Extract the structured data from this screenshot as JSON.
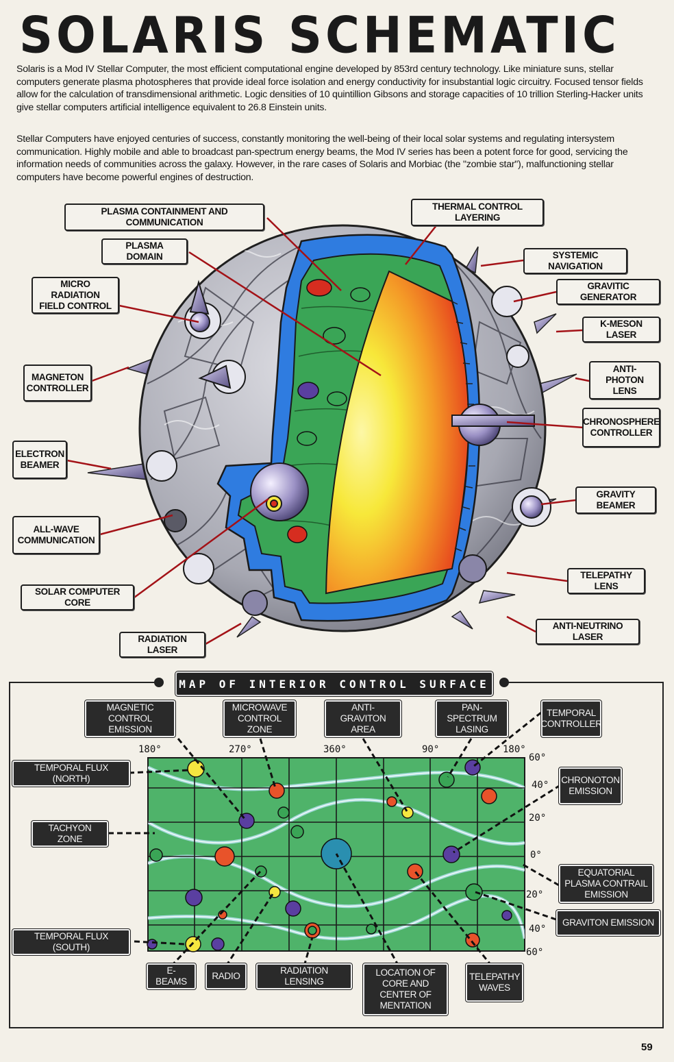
{
  "title": "SOLARIS SCHEMATIC",
  "paragraphs": [
    "Solaris is a Mod IV Stellar Computer, the most efficient computational engine developed by 853rd century technology.  Like miniature suns, stellar computers generate plasma photospheres that provide ideal force isolation and energy conductivity for insubstantial logic circuitry.  Focused tensor fields allow for the calculation of transdimensional arithmetic.  Logic densities of 10 quintillion Gibsons and storage capacities of 10 trillion Sterling-Hacker units give stellar computers artificial intelligence equivalent to 26.8 Einstein units.",
    "Stellar Computers have enjoyed centuries of success, constantly monitoring the well-being of their local solar systems and regulating intersystem communication.  Highly mobile and able to broadcast pan-spectrum energy beams, the Mod IV series has been a potent force for good, servicing the information needs of communities across the galaxy.  However, in the rare cases of Solaris and Morbiac (the \"zombie star\"), malfunctioning stellar computers have become powerful engines of destruction."
  ],
  "sphere_labels": {
    "plasma_containment": "Plasma Containment and Communication",
    "plasma_domain": "Plasma Domain",
    "micro_radiation": "Micro Radiation Field Control",
    "magneton": "Magneton Controller",
    "electron_beamer": "Electron Beamer",
    "all_wave": "All-Wave Communication",
    "solar_core": "Solar Computer Core",
    "radiation_laser": "Radiation Laser",
    "thermal": "Thermal Control Layering",
    "systemic_nav": "Systemic Navigation",
    "gravitic_gen": "Gravitic Generator",
    "k_meson": "K-Meson Laser",
    "anti_photon": "Anti-Photon Lens",
    "chronosphere": "Chronosphere Controller",
    "gravity_beamer": "Gravity Beamer",
    "telepathy_lens": "Telepathy Lens",
    "anti_neutrino": "Anti-Neutrino Laser"
  },
  "map": {
    "title": "MAP OF INTERIOR CONTROL SURFACE",
    "top_labels": {
      "magnetic": "Magnetic Control Emission",
      "microwave": "Microwave Control Zone",
      "anti_graviton": "Anti-Graviton Area",
      "pan_spectrum": "Pan-Spectrum Lasing",
      "temporal_ctrl": "Temporal Controller"
    },
    "left_labels": {
      "flux_north": "Temporal Flux (North)",
      "tachyon": "Tachyon Zone",
      "flux_south": "Temporal Flux (South)"
    },
    "right_labels": {
      "chronoton": "Chronoton Emission",
      "equatorial": "Equatorial Plasma Contrail Emission",
      "graviton": "Graviton Emission"
    },
    "bottom_labels": {
      "ebeams": "E-Beams",
      "radio": "Radio",
      "rad_lensing": "Radiation Lensing",
      "core_center": "Location of Core and Center of Mentation",
      "telepathy": "Telepathy Waves"
    },
    "longitudes": [
      "180°",
      "270°",
      "360°",
      "90°",
      "180°"
    ],
    "latitudes": [
      "60°",
      "40°",
      "20°",
      "0°",
      "20°",
      "40°",
      "60°"
    ]
  },
  "page_number": "59",
  "colors": {
    "paper": "#f3f0e8",
    "shell_blue": "#2f7ce0",
    "plasma_green": "#3aa556",
    "core_red": "#e8321c",
    "core_yellow": "#f7e83a",
    "map_green": "#4fb36a",
    "leader_red": "#a31217"
  }
}
